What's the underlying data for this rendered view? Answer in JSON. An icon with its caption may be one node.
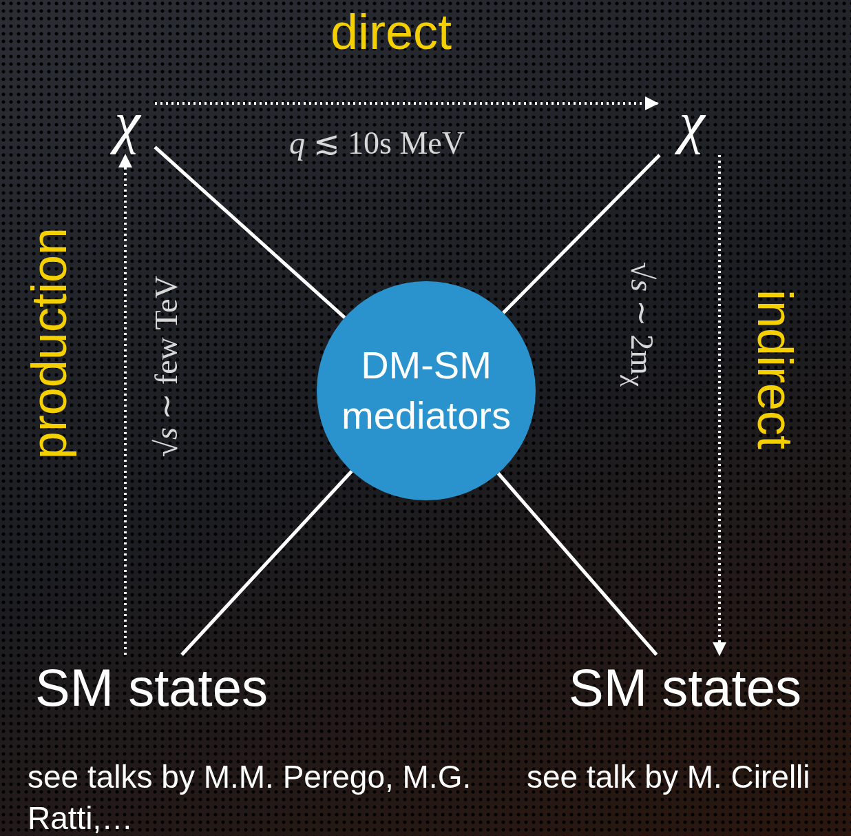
{
  "diagram": {
    "nodes": [
      {
        "text": [
          "χ"
        ]
      },
      {
        "text": [
          "χ"
        ]
      },
      {
        "text": [
          "DM-SM mediators"
        ]
      },
      {
        "text": [
          "SM states"
        ],
        "beside": [
          "see talks by M.M. Perego, M.G. Ratti,…"
        ]
      },
      {
        "text": [
          "SM states"
        ],
        "beside": [
          "see talk by M. Cirelli"
        ]
      }
    ],
    "edges": [
      {
        "from": 0,
        "to": 2,
        "arrow": "none"
      },
      {
        "from": 1,
        "to": 2,
        "arrow": "none"
      },
      {
        "from": 3,
        "to": 2,
        "arrow": "none"
      },
      {
        "from": 4,
        "to": 2,
        "arrow": "none"
      },
      {
        "from": 0,
        "to": 1,
        "arrow": "to",
        "style": "dashed",
        "label": "*q* ≲ 10s MeV"
      },
      {
        "from": 3,
        "to": 0,
        "arrow": "to",
        "style": "dashed",
        "label": "√*s* ∼ few TeV"
      },
      {
        "from": 1,
        "to": 4,
        "arrow": "to",
        "style": "dashed",
        "label": "√*s* ∼ 2m$_{χ}$"
      }
    ],
    "labels": [
      "direct",
      "production",
      "indirect"
    ]
  }
}
